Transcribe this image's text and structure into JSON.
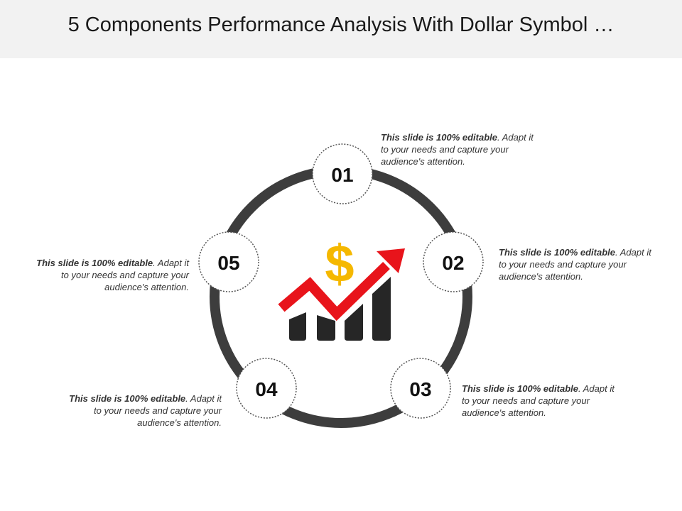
{
  "title": "5 Components Performance Analysis With Dollar Symbol …",
  "colors": {
    "ring": "#3d3d3d",
    "node_fill": "#ffffff",
    "node_border": "#555555",
    "bars": "#262626",
    "arrow": "#e8141b",
    "dollar": "#f5b800"
  },
  "center_icon": {
    "dollar": "$",
    "icon_names": [
      "dollar-icon",
      "growth-arrow-icon",
      "bar-chart-icon"
    ]
  },
  "nodes": [
    {
      "number": "01",
      "bold": "This slide is 100% editable",
      "rest": ". Adapt it to your needs and capture your audience's attention."
    },
    {
      "number": "02",
      "bold": "This slide is 100% editable",
      "rest": ". Adapt it to your needs and capture your audience's attention."
    },
    {
      "number": "03",
      "bold": "This slide is 100% editable",
      "rest": ". Adapt it to your needs and capture your audience's attention."
    },
    {
      "number": "04",
      "bold": "This slide is 100% editable",
      "rest": ". Adapt it to your needs and capture your audience's attention."
    },
    {
      "number": "05",
      "bold": "This slide is 100% editable",
      "rest": ". Adapt it to your needs and capture your audience's attention."
    }
  ]
}
